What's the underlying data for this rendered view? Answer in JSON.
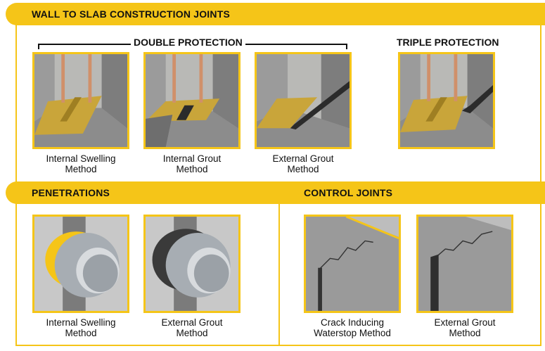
{
  "wall_to_slab": {
    "title": "WALL TO SLAB CONSTRUCTION JOINTS",
    "double_protection": "DOUBLE PROTECTION",
    "triple_protection": "TRIPLE PROTECTION",
    "items": [
      {
        "line1": "Internal Swelling",
        "line2": "Method"
      },
      {
        "line1": "Internal Grout",
        "line2": "Method"
      },
      {
        "line1": "External Grout",
        "line2": "Method"
      }
    ]
  },
  "penetrations": {
    "title": "PENETRATIONS",
    "items": [
      {
        "line1": "Internal Swelling",
        "line2": "Method"
      },
      {
        "line1": "External Grout",
        "line2": "Method"
      }
    ]
  },
  "control_joints": {
    "title": "CONTROL JOINTS",
    "items": [
      {
        "line1": "Crack Inducing",
        "line2": "Waterstop Method"
      },
      {
        "line1": "External Grout",
        "line2": "Method"
      }
    ]
  },
  "colors": {
    "accent": "#f5c518",
    "membrane": "#c9a53a",
    "concrete": "#a8a8a8"
  }
}
